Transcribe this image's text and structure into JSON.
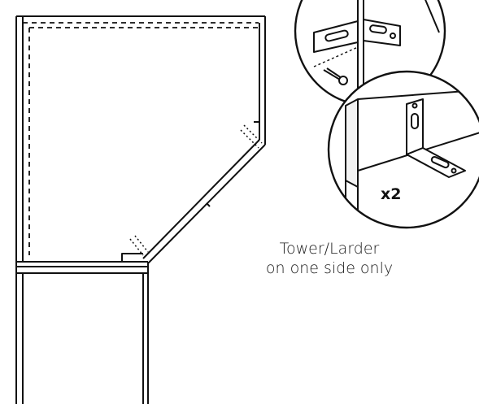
{
  "annotation": {
    "line1": "Tower/Larder",
    "line2": "on one side only"
  },
  "detail": {
    "quantity": "x2"
  },
  "colors": {
    "stroke": "#111111",
    "background": "#ffffff",
    "panel": "#f2f2f2"
  }
}
